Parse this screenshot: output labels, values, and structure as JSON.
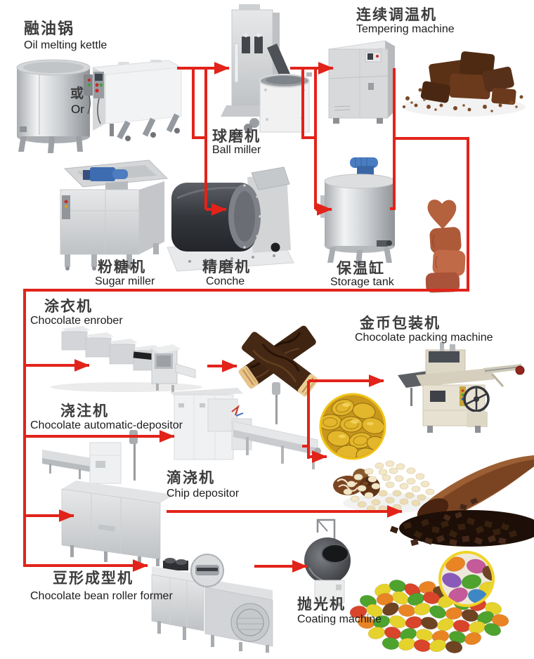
{
  "diagram_title": "Chocolate production line flow",
  "palette": {
    "arrow_red": "#e2231a",
    "zh_text": "#3c3c3c",
    "en_text": "#1d1d1d",
    "coin_ring_gold": "#f0c419",
    "magnifier_ring_yellow": "#f0d428",
    "machine_steel": "#d6d8da",
    "chocolate_brown": "#5b3116"
  },
  "stations": [
    {
      "id": "oil-melting-kettle",
      "zh": "融油锅",
      "en": "Oil melting kettle"
    },
    {
      "id": "or-choice",
      "zh": "或",
      "en": "Or"
    },
    {
      "id": "ball-miller",
      "zh": "球磨机",
      "en": "Ball miller"
    },
    {
      "id": "tempering-machine",
      "zh": "连续调温机",
      "en": "Tempering machine"
    },
    {
      "id": "sugar-miller",
      "zh": "粉糖机",
      "en": "Sugar miller"
    },
    {
      "id": "conche",
      "zh": "精磨机",
      "en": "Conche"
    },
    {
      "id": "storage-tank",
      "zh": "保温缸",
      "en": "Storage tank"
    },
    {
      "id": "chocolate-enrober",
      "zh": "涂衣机",
      "en": "Chocolate enrober"
    },
    {
      "id": "chocolate-packing-machine",
      "zh": "金币包装机",
      "en": "Chocolate packing machine"
    },
    {
      "id": "chocolate-automatic-depositor",
      "zh": "浇注机",
      "en": "Chocolate automatic-depositor"
    },
    {
      "id": "chip-depositor",
      "zh": "滴浇机",
      "en": "Chip depositor"
    },
    {
      "id": "chocolate-bean-roller-former",
      "zh": "豆形成型机",
      "en": "Chocolate bean roller former"
    },
    {
      "id": "coating-machine",
      "zh": "抛光机",
      "en": "Coating machine"
    }
  ]
}
